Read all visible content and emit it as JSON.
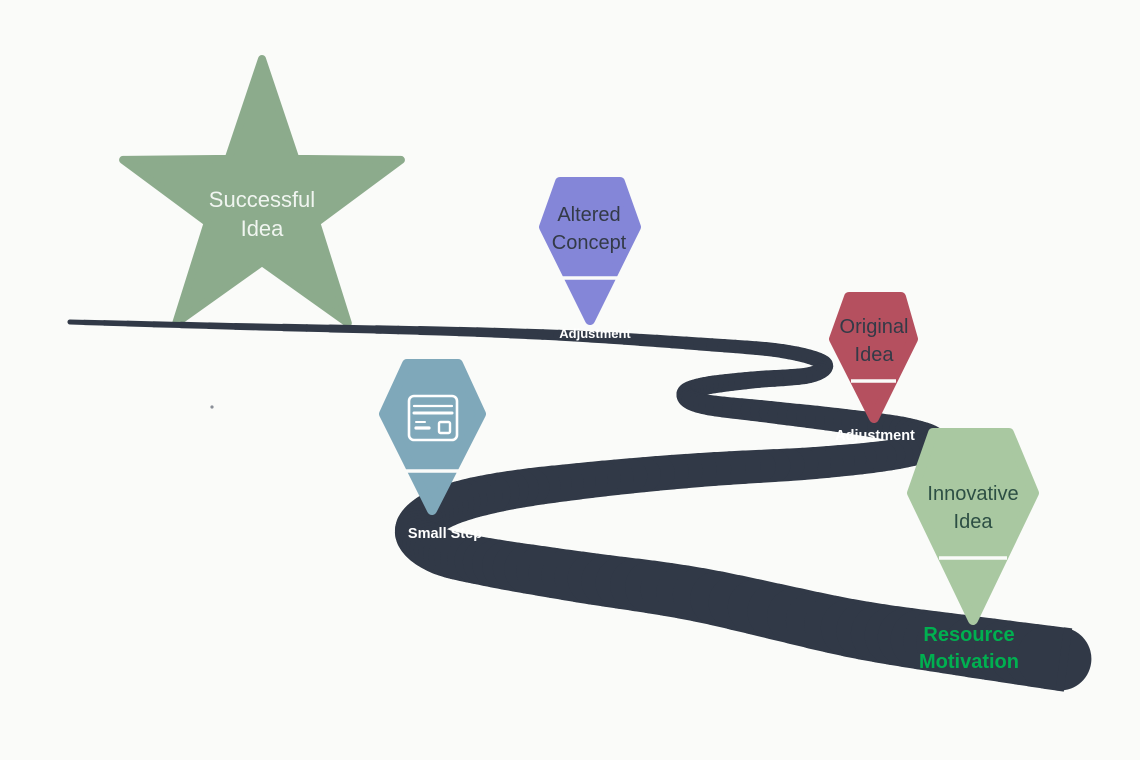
{
  "background_color": "#FAFBF9",
  "road": {
    "color": "#313947",
    "label_color": "#FFFFFF",
    "labels": [
      {
        "text": "Adjustment"
      },
      {
        "text": "Adjustment"
      },
      {
        "text": "Small Step"
      }
    ]
  },
  "destination_label": {
    "line1": "Resource",
    "line2": "Motivation",
    "color": "#00B050"
  },
  "star": {
    "line1": "Successful",
    "line2": "Idea",
    "fill": "#8CAB8C",
    "text_color": "#F0F5F0"
  },
  "pins": [
    {
      "name": "altered-concept",
      "line1": "Altered",
      "line2": "Concept",
      "fill": "#8486D8",
      "text_color": "#333A47"
    },
    {
      "name": "original-idea",
      "line1": "Original",
      "line2": "Idea",
      "fill": "#B5505F",
      "text_color": "#333A47"
    },
    {
      "name": "small-step",
      "icon": "card-window-icon",
      "fill": "#7FA8BA",
      "icon_color": "#FFFFFF"
    },
    {
      "name": "innovative-idea",
      "line1": "Innovative",
      "line2": "Idea",
      "fill": "#A9C8A1",
      "text_color": "#2D4F44"
    }
  ]
}
